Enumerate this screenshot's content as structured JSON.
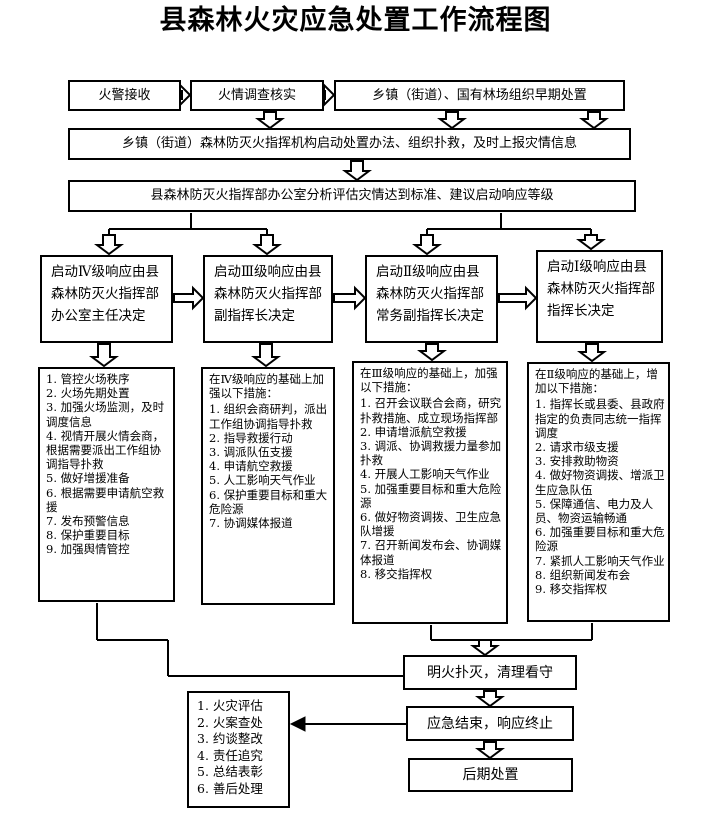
{
  "title": "县森林火灾应急处置工作流程图",
  "row1": [
    "火警接收",
    "火情调查核实",
    "乡镇（街道）、国有林场组织早期处置"
  ],
  "row2": "乡镇（街道）森林防灭火指挥机构启动处置办法、组织扑救，及时上报灾情信息",
  "row3": "县森林防灭火指挥部办公室分析评估灾情达到标准、建议启动响应等级",
  "levels": [
    "启动Ⅳ级响应由县森林防灭火指挥部办公室主任决定",
    "启动Ⅲ级响应由县森林防灭火指挥部副指挥长决定",
    "启动Ⅱ级响应由县森林防灭火指挥部常务副指挥长决定",
    "启动Ⅰ级响应由县森林防灭火指挥部指挥长决定"
  ],
  "measures": [
    {
      "intro": "",
      "items": [
        "1. 管控火场秩序",
        "2. 火场先期处置",
        "3. 加强火场监测，及时调度信息",
        "4. 视情开展火情会商，根据需要派出工作组协调指导扑救",
        "5. 做好增援准备",
        "6. 根据需要申请航空救援",
        "7. 发布预警信息",
        "8. 保护重要目标",
        "9. 加强舆情管控"
      ]
    },
    {
      "intro": "在Ⅳ级响应的基础上加强以下措施：",
      "items": [
        "1. 组织会商研判，派出工作组协调指导扑救",
        "2. 指导救援行动",
        "3. 调派队伍支援",
        "4. 申请航空救援",
        "5. 人工影响天气作业",
        "6. 保护重要目标和重大危险源",
        "7. 协调媒体报道"
      ]
    },
    {
      "intro": "在Ⅲ级响应的基础上，加强以下措施：",
      "items": [
        "1. 召开会议联合会商，研究扑救措施、成立现场指挥部",
        "2. 申请增派航空救援",
        "3. 调派、协调救援力量参加扑救",
        "4. 开展人工影响天气作业",
        "5. 加强重要目标和重大危险源",
        "6. 做好物资调拨、卫生应急队增援",
        "7. 召开新闻发布会、协调媒体报道",
        "8. 移交指挥权"
      ]
    },
    {
      "intro": "在Ⅱ级响应的基础上，增加以下措施：",
      "items": [
        "1. 指挥长或县委、县政府指定的负责同志统一指挥调度",
        "2. 请求市级支援",
        "3. 安排救助物资",
        "4. 做好物资调拨、增派卫生应急队伍",
        "5. 保障通信、电力及人员、物资运输畅通",
        "6. 加强重要目标和重大危险源",
        "7. 紧抓人工影响天气作业",
        "8. 组织新闻发布会",
        "9. 移交指挥权"
      ]
    }
  ],
  "extinguish": "明火扑灭，清理看守",
  "end": "应急结束，响应终止",
  "aftercare": "后期处置",
  "aftermath": [
    "1. 火灾评估",
    "2. 火案查处",
    "3. 约谈整改",
    "4. 责任追究",
    "5. 总结表彰",
    "6. 善后处理"
  ]
}
